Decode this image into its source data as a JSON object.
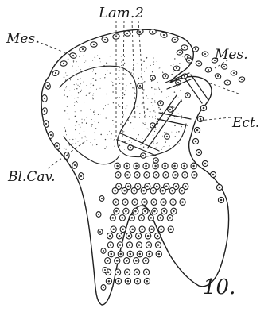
{
  "labels": {
    "lam": "Lam.2",
    "mes_left": "Mes.",
    "mes_right": "Mes.",
    "ect": "Ect.",
    "bl_cav": "Bl.Cav.",
    "fig_number": "10."
  },
  "colors": {
    "ink": "#1f1f1f",
    "paper": "#ffffff"
  }
}
